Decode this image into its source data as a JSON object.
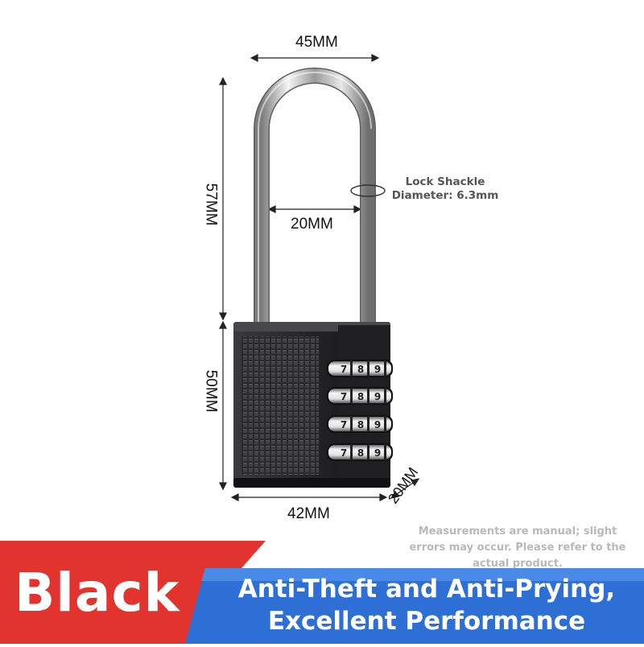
{
  "dimensions": {
    "shackle_width": "45MM",
    "shackle_height": "57MM",
    "shackle_inner_width": "20MM",
    "body_height": "50MM",
    "body_width": "42MM",
    "body_depth": "20MM"
  },
  "shackle_note": {
    "line1": "Lock Shackle",
    "line2": "Diameter: 6.3mm"
  },
  "dials": {
    "digits": [
      "7",
      "8",
      "9"
    ]
  },
  "disclaimer": "Measurements are manual; slight errors may occur. Please refer to the actual product.",
  "banner": {
    "color_name": "Black",
    "tagline_line1": "Anti-Theft and Anti-Prying,",
    "tagline_line2": "Excellent Performance"
  },
  "colors": {
    "lock_body": "#1c1c1e",
    "red_banner": "#e2342f",
    "blue_banner": "#2e6fd6"
  }
}
